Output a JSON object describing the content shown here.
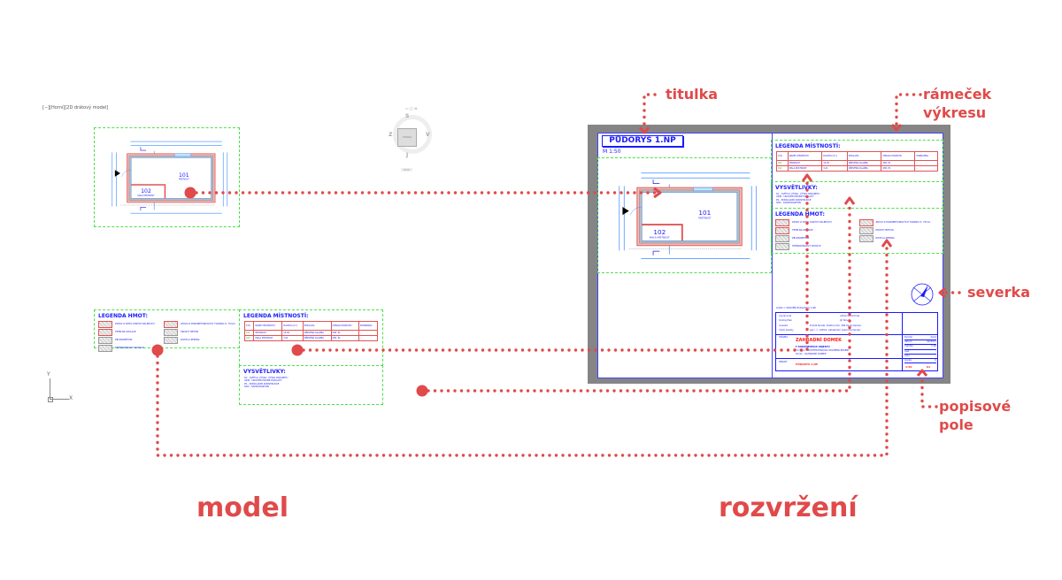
{
  "callouts": {
    "titulka": "titulka",
    "ramecek_line1": "rámeček",
    "ramecek_line2": "výkresu",
    "severka": "severka",
    "popisove_line1": "popisové",
    "popisove_line2": "pole"
  },
  "captions": {
    "model": "model",
    "layout": "rozvržení"
  },
  "model_space": {
    "viewport_label": "[−][Horní][2D drátový model]",
    "viewcube": {
      "top": "S",
      "left": "Z",
      "right": "V",
      "bottom": "J",
      "face": "SHORA",
      "wcs": "WCS"
    },
    "ucs": {
      "x": "X",
      "y": "Y"
    }
  },
  "plan": {
    "room1_no": "101",
    "room1_name": "MÍSTNOST",
    "room2_no": "102",
    "room2_name": "MALÁ MÍSTNOST"
  },
  "legend_hmot": {
    "title": "LEGENDA HMOT:",
    "items": [
      "ZDIVO Z CIHEL PLNÝCH PÁLENÝCH",
      "ZDIVO Z POROBETONOVÝCH TVÁRNIC tl. 75mm",
      "TEPELNÁ IZOLACE",
      "PROSTÝ BETON",
      "ŽELEZOBETON",
      "ROSTLÁ ZEMINA",
      "ŠTĚRKOPÍSKOVÝ PODSYP"
    ]
  },
  "legend_rooms": {
    "title_model": "LEGENDA MÍSTNOSTÍ:",
    "title_layout": "LEGENDA MÍSTNOSTÍ:",
    "headers": [
      "Č.M.",
      "NÁZEV MÍSTNOSTI",
      "PLOCHA [m²]",
      "PODLAHA",
      "ÚPRAVA POVRCHU",
      "POZNÁMKA"
    ],
    "rows": [
      [
        "101",
        "MÍSTNOST",
        "15,05",
        "DŘEVĚNÁ DLAŽBA",
        "OMÍ. P1",
        "–"
      ],
      [
        "102",
        "MALÁ MÍSTNOST",
        "3,21",
        "DŘEVĚNÁ DLAŽBA",
        "OMÍ. P1",
        "–"
      ]
    ]
  },
  "vysvetlivky": {
    "title": "VYSVĚTLIVKY:",
    "items": [
      "SV  -  SVĚTLÁ VÝŠKA, VÝŠKA PARAPETU",
      "ÚRM  -  ÚROVEŇ HRUBÉ PODLAHY",
      "PS  -  PODKLADNÍ KONSTRUKCE",
      "SDK  -  SÁDROKARTON"
    ]
  },
  "layout": {
    "title": "PŮDORYS 1.NP",
    "scale": "M 1:50",
    "title_block": {
      "level_note": "0,000 = ÚROVEŇ PODLAHY V 1.NP",
      "vypracoval_label": "vypracoval",
      "vypracoval": "Ondřej Plaš",
      "kontrola_label": "odborná kontrola",
      "kontrola": "Jiří Novák",
      "investor_label": "investor",
      "investor": "Tomáš Novák, Květná 212, 396 01 Humpolec",
      "misto_label": "místo stavby",
      "misto": "parc. č. 1425/1, katastrální území Humpolec",
      "stavba_label": "STAVBA:",
      "stavba": "ZAHRADNÍ DOMEK",
      "doc_line1": "F DOKUMENTACE OBJEKTU",
      "doc_line2": "F.1.01.1. ARCHITEKTONICKO-STAVEBNÍ ŘEŠENÍ",
      "doc_line3": "SO 01 - ZAHRADNÍ DOMEK",
      "obsah_label": "OBSAH:",
      "obsah": "PŮDORYS 1.NP",
      "side": [
        [
          "formát",
          "2xA4"
        ],
        [
          "datum",
          "02/2017"
        ],
        [
          "měřítko",
          "1:50"
        ],
        [
          "část",
          "–"
        ],
        [
          "číslo",
          "–"
        ],
        [
          "revize",
          "0"
        ]
      ],
      "sheet": [
        "1:50",
        "01"
      ]
    }
  },
  "colors": {
    "annotation": "#e04a4a",
    "drawing_blue": "#1a1aff",
    "frame_green": "#4ce04c",
    "wall_red": "#e05555",
    "paper_gray": "#858585"
  }
}
